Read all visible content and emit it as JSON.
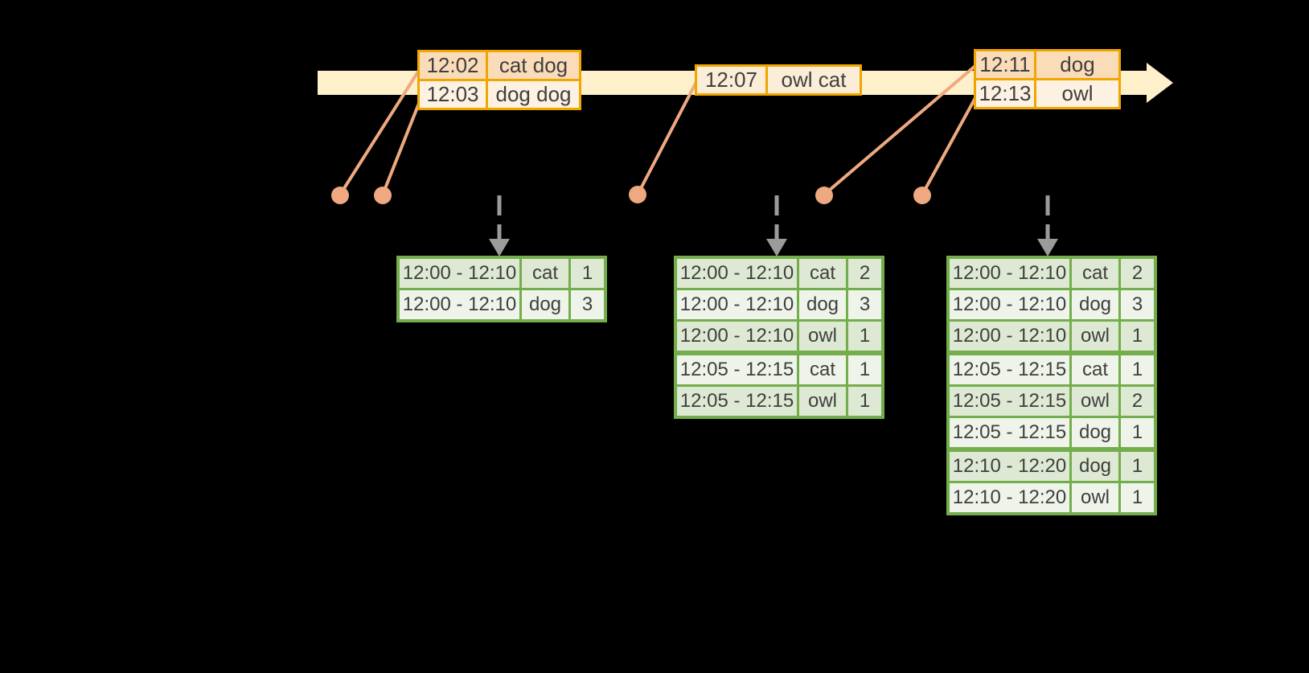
{
  "diagram": {
    "kind": "streaming windowed word-count timeline",
    "visible_title": ""
  },
  "palette": {
    "background": "#000000",
    "timeline_fill": "#fdf0cb",
    "event_border": "#f0a500",
    "event_fill_dark": "#fbdcb8",
    "event_fill_light": "#fdf2e1",
    "event_fill_single": "#fcedd6",
    "connector": "#efa980",
    "trigger_arrow": "#9b9b9b",
    "result_border": "#74ad4b",
    "result_fill_dark": "#dee9d3",
    "result_fill_light": "#eff4ea",
    "text": "#3f3f3f"
  },
  "icons": {
    "timeline_arrow": "right-arrow-band",
    "trigger_arrow": "dashed-down-arrow",
    "event_marker": "filled-circle"
  },
  "event_tables": [
    {
      "rows": [
        {
          "time": "12:02",
          "words": "cat dog"
        },
        {
          "time": "12:03",
          "words": "dog dog"
        }
      ]
    },
    {
      "rows": [
        {
          "time": "12:07",
          "words": "owl cat"
        }
      ]
    },
    {
      "rows": [
        {
          "time": "12:11",
          "words": "dog"
        },
        {
          "time": "12:13",
          "words": "owl"
        }
      ]
    }
  ],
  "result_tables": [
    {
      "rows": [
        {
          "window": "12:00 - 12:10",
          "word": "cat",
          "count": "1"
        },
        {
          "window": "12:00 - 12:10",
          "word": "dog",
          "count": "3"
        }
      ]
    },
    {
      "rows": [
        {
          "window": "12:00 - 12:10",
          "word": "cat",
          "count": "2"
        },
        {
          "window": "12:00 - 12:10",
          "word": "dog",
          "count": "3"
        },
        {
          "window": "12:00 - 12:10",
          "word": "owl",
          "count": "1"
        },
        {
          "window": "12:05 - 12:15",
          "word": "cat",
          "count": "1"
        },
        {
          "window": "12:05 - 12:15",
          "word": "owl",
          "count": "1"
        }
      ]
    },
    {
      "rows": [
        {
          "window": "12:00 - 12:10",
          "word": "cat",
          "count": "2"
        },
        {
          "window": "12:00 - 12:10",
          "word": "dog",
          "count": "3"
        },
        {
          "window": "12:00 - 12:10",
          "word": "owl",
          "count": "1"
        },
        {
          "window": "12:05 - 12:15",
          "word": "cat",
          "count": "1"
        },
        {
          "window": "12:05 - 12:15",
          "word": "owl",
          "count": "2"
        },
        {
          "window": "12:05 - 12:15",
          "word": "dog",
          "count": "1"
        },
        {
          "window": "12:10 - 12:20",
          "word": "dog",
          "count": "1"
        },
        {
          "window": "12:10 - 12:20",
          "word": "owl",
          "count": "1"
        }
      ]
    }
  ]
}
